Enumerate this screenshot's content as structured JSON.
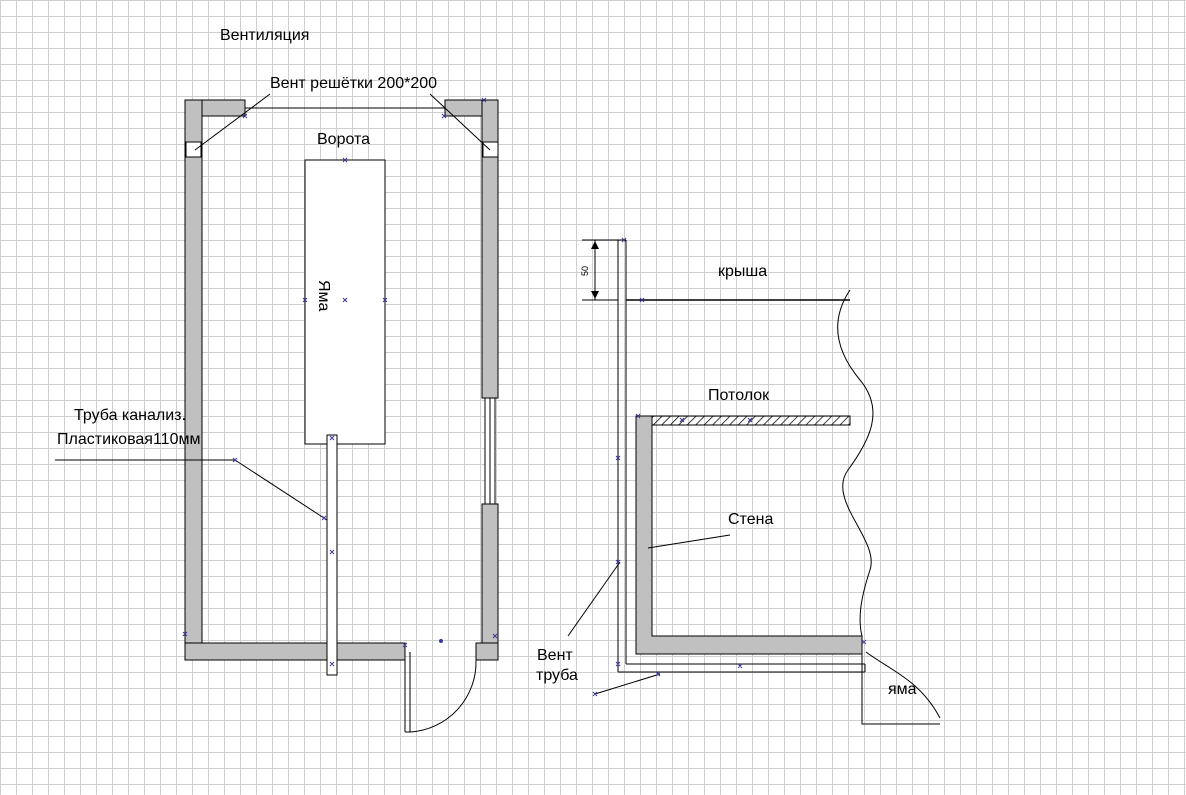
{
  "labels": {
    "title": "Вентиляция",
    "vent_grilles": "Вент решётки 200*200",
    "gate": "Ворота",
    "pit": "Яма",
    "pipe_line1": "Труба канализ.",
    "pipe_line2": "Пластиковая110мм",
    "roof": "крыша",
    "ceiling": "Потолок",
    "wall": "Стена",
    "vent_pipe_line1": "Вент",
    "vent_pipe_line2": "труба",
    "pit_section": "яма",
    "dimension": "50"
  },
  "colors": {
    "wall_fill": "#c0c0c0",
    "line": "#000000",
    "marker": "#3a3a9a",
    "grid": "#cfcfcf"
  }
}
